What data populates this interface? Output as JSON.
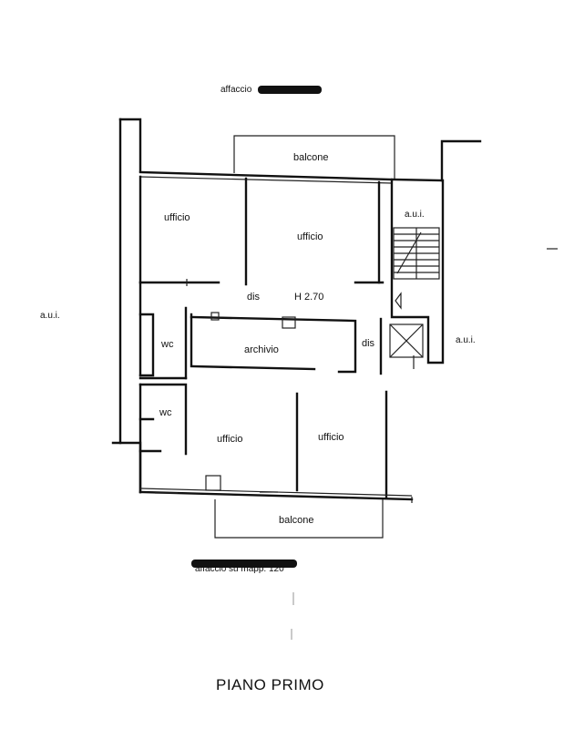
{
  "header": {
    "affaccio_top": "affaccio"
  },
  "footer": {
    "affaccio_bottom": "affaccio su mapp. 120"
  },
  "labels": {
    "balcone_top": "balcone",
    "balcone_bottom": "balcone",
    "aui_left": "a.u.i.",
    "aui_right": "a.u.i.",
    "aui_stair": "a.u.i.",
    "ufficio_top_left": "ufficio",
    "ufficio_top_center": "ufficio",
    "dis_center": "dis",
    "height": "H 2.70",
    "wc_upper": "wc",
    "archivio": "archivio",
    "dis_right": "dis",
    "wc_lower": "wc",
    "ufficio_bottom_left": "ufficio",
    "ufficio_bottom_right": "ufficio"
  },
  "title": "PIANO PRIMO",
  "icons": [
    "redaction-mark",
    "staircase-icon",
    "elevator-icon",
    "door-arrow-icon"
  ]
}
